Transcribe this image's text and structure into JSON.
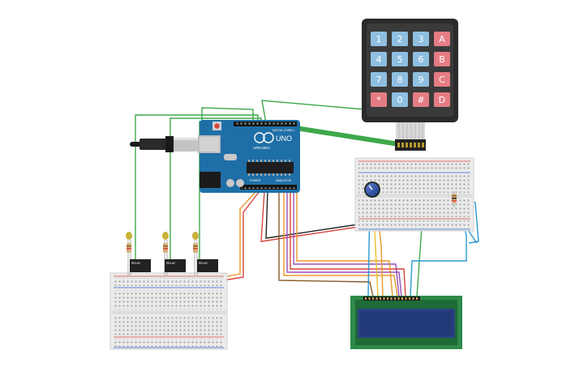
{
  "arduino": {
    "brand": "ARDUINO",
    "model": "UNO",
    "digital_label": "DIGITAL (PWM~)",
    "power_label": "POWER",
    "analog_label": "ANALOG IN",
    "relay_label": "RELAY"
  },
  "keypad": {
    "rows": [
      [
        "1",
        "2",
        "3",
        "A"
      ],
      [
        "4",
        "5",
        "6",
        "B"
      ],
      [
        "7",
        "8",
        "9",
        "C"
      ],
      [
        "*",
        "0",
        "#",
        "D"
      ]
    ]
  },
  "colors": {
    "key_blue": "#8fbfe0",
    "key_red": "#e57c84",
    "keypad_body": "#2b2b2b",
    "arduino_blue": "#1f6fa7",
    "breadboard": "#ebebeb",
    "lcd_green": "#2e8a4a",
    "lcd_screen": "#233a7a",
    "wire_green": "#3ea84a",
    "wire_red": "#d9453b",
    "wire_black": "#222222",
    "wire_orange": "#e8982a",
    "wire_purple": "#9a4fb5",
    "wire_brown": "#8a5a2b",
    "wire_blue": "#2a9ad0",
    "wire_yellow": "#e6c12f"
  },
  "icons": [
    "usb-cable-icon",
    "potentiometer-icon",
    "led-icon",
    "resistor-icon",
    "relay-icon",
    "reset-button-icon"
  ]
}
